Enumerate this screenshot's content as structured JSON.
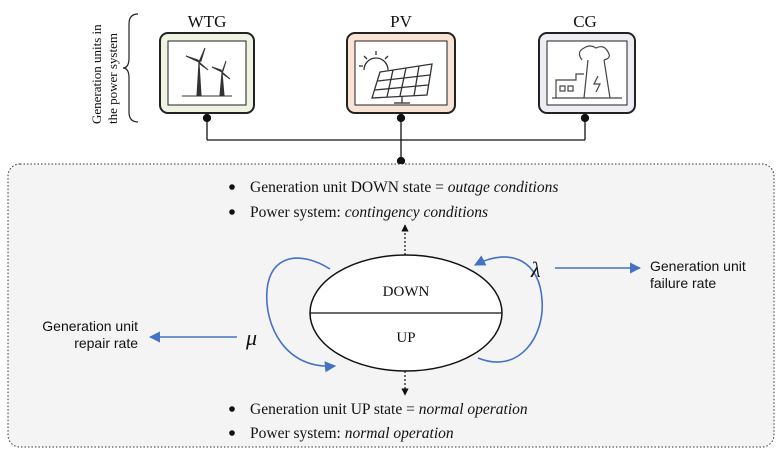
{
  "side_label": [
    "Generation units in",
    "the power system"
  ],
  "units": [
    {
      "label": "WTG",
      "icon": "wind-turbine-icon",
      "fill": "#eef3e2"
    },
    {
      "label": "PV",
      "icon": "solar-panel-icon",
      "fill": "#f8e3d4"
    },
    {
      "label": "CG",
      "icon": "power-plant-icon",
      "fill": "#eeedf4"
    }
  ],
  "down_state": {
    "bullet1_prefix": "Generation unit DOWN state = ",
    "bullet1_em": "outage conditions",
    "bullet2_prefix": "Power system: ",
    "bullet2_em": "contingency conditions"
  },
  "up_state": {
    "bullet1_prefix": "Generation unit UP state = ",
    "bullet1_em": "normal operation",
    "bullet2_prefix": "Power system: ",
    "bullet2_em": "normal operation"
  },
  "states": {
    "down": "DOWN",
    "up": "UP"
  },
  "lambda": {
    "symbol": "λ",
    "line1": "Generation unit",
    "line2": "failure rate"
  },
  "mu": {
    "symbol": "μ",
    "line1": "Generation unit",
    "line2": "repair rate"
  },
  "colors": {
    "arrow": "#4472c4",
    "panel": "#f4f4f4",
    "stroke": "#222222"
  }
}
